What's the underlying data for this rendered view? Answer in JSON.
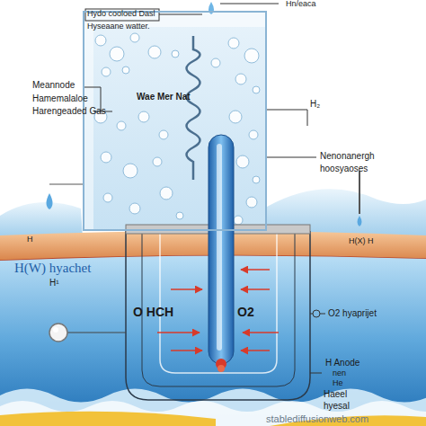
{
  "diagram": {
    "nodes": [
      {
        "text": [
          "Wae Mer Nat"
        ]
      }
    ],
    "labels": [
      "Hydo cooloed Dasl",
      "Hyseaane watter.",
      "Hn/eaca",
      "Meannode",
      "Hamemalaloe",
      "Harengeaded Gas",
      "H₂",
      "Nenonanergh",
      "hoosyaoses",
      "H",
      "H(X) H",
      "H(W) hyachet",
      "H¹",
      "O HCH",
      "O2",
      "O2 hyaprijet",
      "H Anode",
      "nen",
      "He",
      "Haeel",
      "hyesal",
      "stablediffusionweb.com"
    ]
  }
}
